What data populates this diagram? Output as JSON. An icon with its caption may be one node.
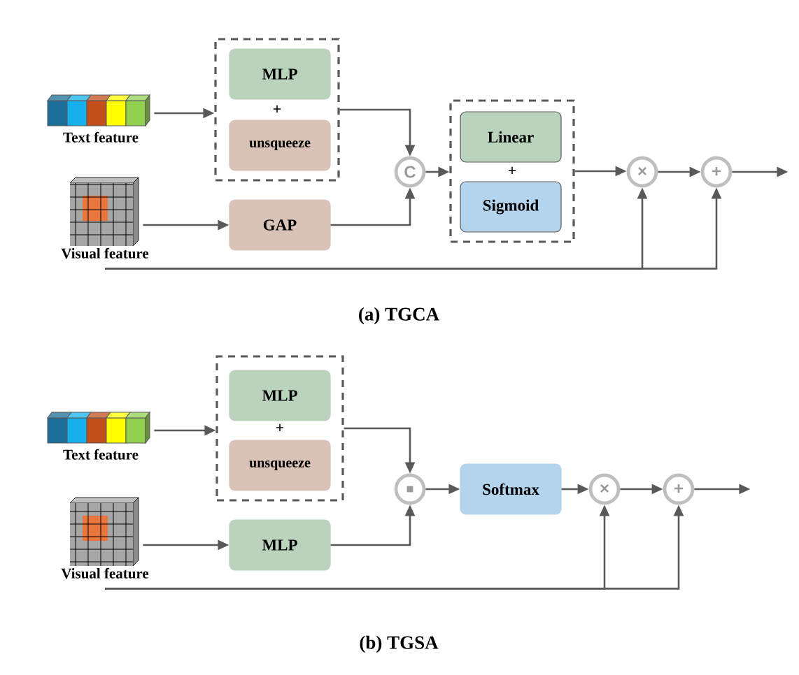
{
  "diagram": {
    "nodes": [
      {
        "text": [
          "Text feature"
        ]
      },
      {
        "text": [
          "Visual feature"
        ]
      },
      {
        "text": [
          "+"
        ]
      },
      {
        "text": [
          "MLP"
        ],
        "in": 2
      },
      {
        "text": [
          "unsqueeze"
        ],
        "in": 2
      },
      {
        "text": [
          "GAP"
        ]
      },
      {
        "text": [
          "C"
        ]
      },
      {
        "text": [
          "+"
        ]
      },
      {
        "text": [
          "Linear"
        ],
        "in": 7
      },
      {
        "text": [
          "Sigmoid"
        ],
        "in": 7
      },
      {
        "text": [
          "×"
        ]
      },
      {
        "text": [
          "+"
        ]
      },
      {
        "text": [
          "Text feature"
        ]
      },
      {
        "text": [
          "Visual feature"
        ]
      },
      {
        "text": [
          "+"
        ]
      },
      {
        "text": [
          "MLP"
        ],
        "in": 14
      },
      {
        "text": [
          "unsqueeze"
        ],
        "in": 14
      },
      {
        "text": [
          "MLP"
        ]
      },
      {
        "text": [],
        "shape": "circle"
      },
      {
        "text": [
          "Softmax"
        ]
      },
      {
        "text": [
          "×"
        ]
      },
      {
        "text": [
          "+"
        ]
      }
    ],
    "edges": [
      {
        "from": 0,
        "to": 2,
        "arrow": "to"
      },
      {
        "from": 1,
        "to": 5,
        "arrow": "to"
      },
      {
        "from": 2,
        "to": 6,
        "arrow": "to"
      },
      {
        "from": 5,
        "to": 6,
        "arrow": "to"
      },
      {
        "from": 6,
        "to": 7,
        "arrow": "to"
      },
      {
        "from": 7,
        "to": 10,
        "arrow": "to"
      },
      {
        "from": 10,
        "to": 11,
        "arrow": "to"
      },
      {
        "from": 11,
        "to": null,
        "arrow": "to"
      },
      {
        "from": 1,
        "to": 10,
        "arrow": "to"
      },
      {
        "from": 1,
        "to": 11,
        "arrow": "to"
      },
      {
        "from": 12,
        "to": 14,
        "arrow": "to"
      },
      {
        "from": 13,
        "to": 17,
        "arrow": "to"
      },
      {
        "from": 14,
        "to": 18,
        "arrow": "to"
      },
      {
        "from": 17,
        "to": 18,
        "arrow": "to"
      },
      {
        "from": 18,
        "to": 19,
        "arrow": "to"
      },
      {
        "from": 19,
        "to": 20,
        "arrow": "to"
      },
      {
        "from": 20,
        "to": 21,
        "arrow": "to"
      },
      {
        "from": 21,
        "to": null,
        "arrow": "to"
      },
      {
        "from": 13,
        "to": 20,
        "arrow": "to"
      },
      {
        "from": 13,
        "to": 21,
        "arrow": "to"
      }
    ],
    "labels": [
      "(a) TGCA",
      "(b) TGSA"
    ]
  }
}
